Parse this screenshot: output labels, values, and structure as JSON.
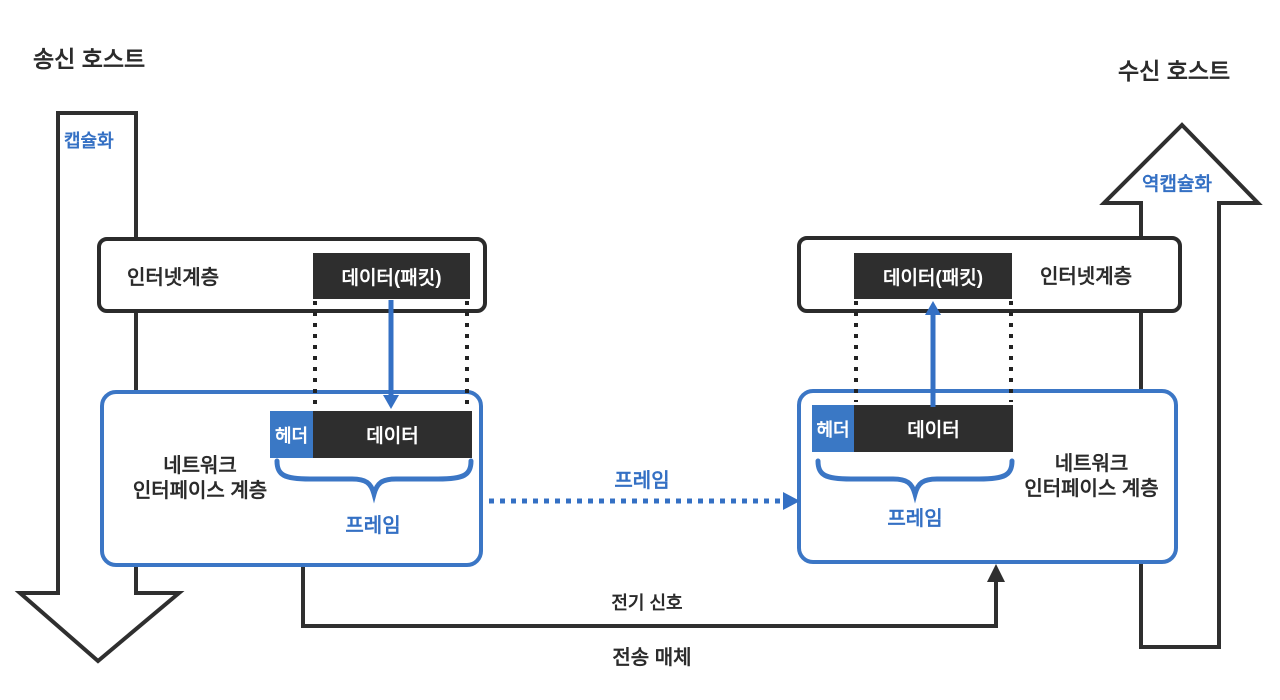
{
  "colors": {
    "accent": "#3470c4",
    "accent-border": "#3b76c5",
    "header-fill": "#3a78c5",
    "dark-fill": "#2e2e2e",
    "ink": "#2b2b2b",
    "line": "#2f2f2f"
  },
  "titles": {
    "sender": "송신 호스트",
    "receiver": "수신 호스트"
  },
  "left": {
    "arrow_label": "캡슐화",
    "internet": {
      "label": "인터넷계층",
      "packet": "데이터(패킷)"
    },
    "network": {
      "line1": "네트워크",
      "line2": "인터페이스 계층",
      "header": "헤더",
      "data": "데이터",
      "frame": "프레임"
    }
  },
  "right": {
    "arrow_label": "역캡슐화",
    "internet": {
      "label": "인터넷계층",
      "packet": "데이터(패킷)"
    },
    "network": {
      "line1": "네트워크",
      "line2": "인터페이스 계층",
      "header": "헤더",
      "data": "데이터",
      "frame": "프레임"
    }
  },
  "link": {
    "frame": "프레임",
    "signal": "전기 신호",
    "medium": "전송 매체"
  }
}
